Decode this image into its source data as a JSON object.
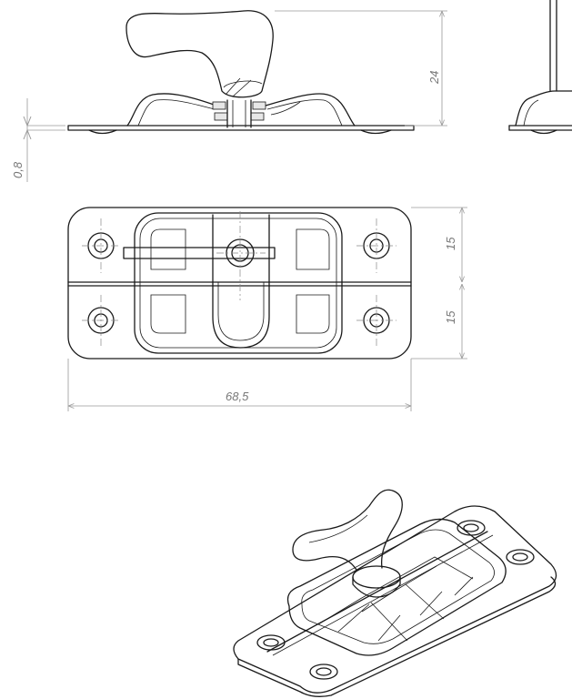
{
  "drawing": {
    "dimensions": {
      "height": "24",
      "thickness": "0,8",
      "upper_half_width": "15",
      "lower_half_width": "15",
      "overall_length": "68,5"
    }
  }
}
